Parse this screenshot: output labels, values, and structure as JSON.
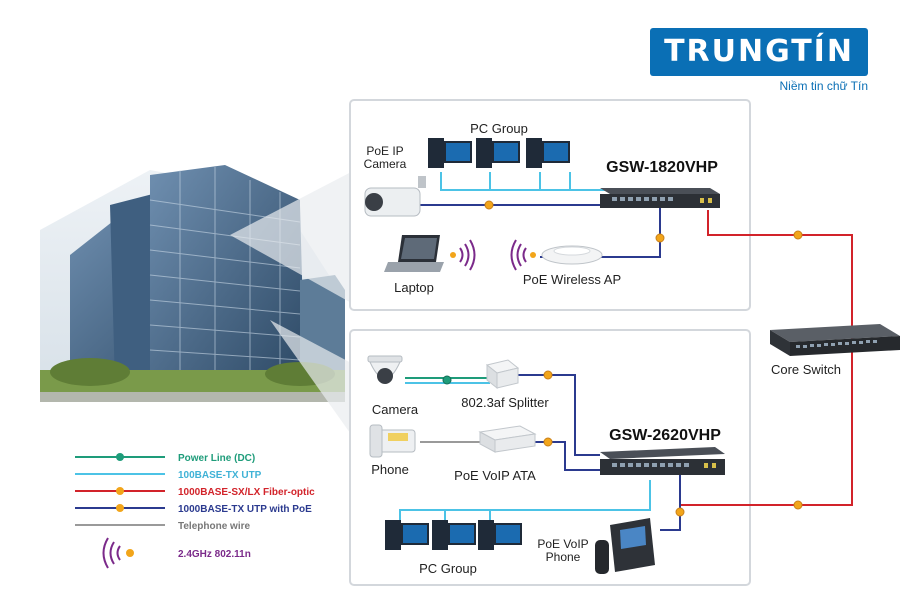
{
  "logo": {
    "name": "TRUNGTÍN",
    "tagline": "Niềm tin chữ Tín"
  },
  "top_panel": {
    "switch_label": "GSW-1820VHP",
    "pc_group": "PC Group",
    "camera_line1": "PoE IP",
    "camera_line2": "Camera",
    "laptop": "Laptop",
    "ap": "PoE Wireless AP"
  },
  "core": {
    "label": "Core Switch"
  },
  "bottom_panel": {
    "switch_label": "GSW-2620VHP",
    "camera": "Camera",
    "splitter": "802.3af Splitter",
    "phone": "Phone",
    "ata": "PoE VoIP ATA",
    "pc_group": "PC Group",
    "voip_line1": "PoE VoIP",
    "voip_line2": "Phone"
  },
  "legend": {
    "power": "Power Line (DC)",
    "utp100": "100BASE-TX UTP",
    "fiber": "1000BASE-SX/LX Fiber-optic",
    "poe": "1000BASE-TX UTP with PoE",
    "tel": "Telephone wire",
    "wifi": "2.4GHz 802.11n"
  },
  "colors": {
    "power": "#1e9c7a",
    "utp100": "#4cc3e6",
    "fiber": "#d2232a",
    "poe": "#2b3a8f",
    "tel": "#9a9a9a",
    "wifi": "#7b2a8a",
    "brand": "#0a6fb5"
  }
}
